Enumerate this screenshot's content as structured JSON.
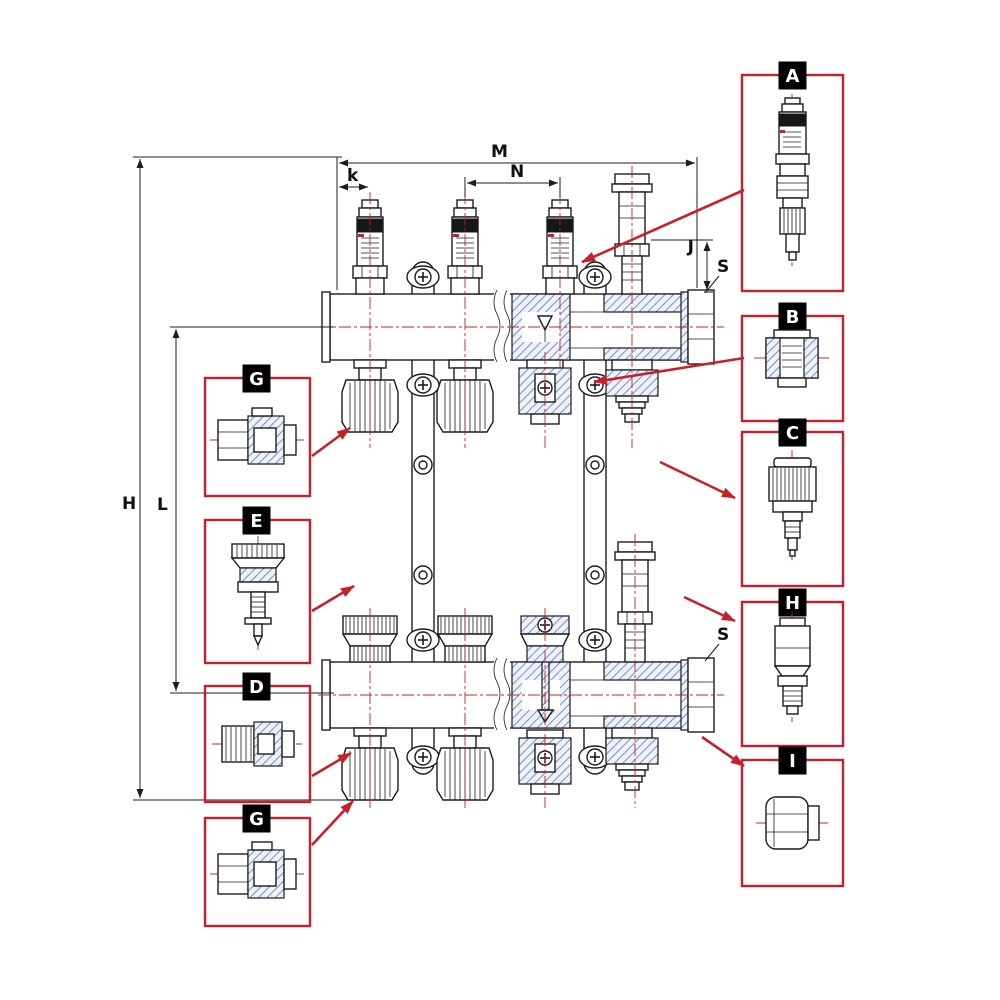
{
  "figure": {
    "type": "technical-line-drawing",
    "subject": "Floor-heating manifold assembly with flow meters, valves and lettered detail callouts",
    "dims": {
      "M": "M",
      "N": "N",
      "k": "k",
      "J": "J",
      "S_top": "S",
      "S_bottom": "S",
      "H": "H",
      "L": "L"
    },
    "callouts": {
      "right": [
        {
          "label": "A"
        },
        {
          "label": "B"
        },
        {
          "label": "C"
        },
        {
          "label": "H"
        },
        {
          "label": "I"
        }
      ],
      "left": [
        {
          "label": "G"
        },
        {
          "label": "E"
        },
        {
          "label": "D"
        },
        {
          "label": "G"
        }
      ]
    },
    "colors": {
      "callout_red": "#c8202a",
      "label_bg": "#000000",
      "label_text": "#ffffff",
      "hatch_blue": "#5b76b8",
      "line": "#1c1c1c"
    }
  }
}
